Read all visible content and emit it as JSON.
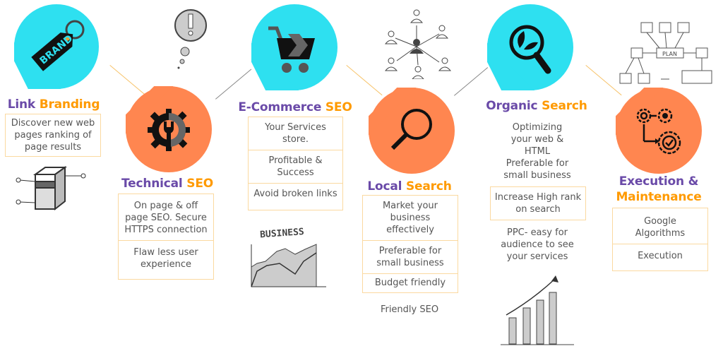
{
  "colors": {
    "cyan": "#2ee0f0",
    "orange": "#ff8650",
    "purple": "#6a4aa8",
    "amber": "#ff9a00",
    "box_border": "#fbd9a0",
    "text": "#555555"
  },
  "steps": [
    {
      "title_part1": "Link",
      "title_part2": "Branding",
      "icon": "brand-tag-icon",
      "icon_text": "BRAND",
      "items": [
        "Discover new web pages ranking of page results"
      ]
    },
    {
      "title_part1": "Technical",
      "title_part2": "SEO",
      "icon": "gear-wrench-icon",
      "items": [
        "On page & off page SEO. Secure HTTPS connection",
        "Flaw less user experience"
      ]
    },
    {
      "title_part1": "E-Commerce",
      "title_part2": "SEO",
      "icon": "shopping-cart-icon",
      "items": [
        "Your Services store.",
        "Profitable & Success",
        "Avoid broken links"
      ]
    },
    {
      "title_part1": "Local",
      "title_part2": "Search",
      "icon": "magnifier-icon",
      "items": [
        "Market your business effectively",
        "Preferable for small business",
        "Budget friendly"
      ],
      "extra": "Friendly SEO"
    },
    {
      "title_part1": "Organic",
      "title_part2": "Search",
      "icon": "leaf-magnifier-icon",
      "items_free_top": [
        "Optimizing your web & HTML",
        "Preferable for small business"
      ],
      "items": [
        "Increase High rank on search"
      ],
      "extra": "PPC- easy for audience to see your services"
    },
    {
      "title_part1": "Execution &",
      "title_part2": "Maintenance",
      "icon": "workflow-gears-icon",
      "items": [
        "Google Algorithms",
        "Execution"
      ]
    }
  ],
  "sketches": {
    "business_label": "BUSINESS",
    "plan_label": "PLAN"
  }
}
